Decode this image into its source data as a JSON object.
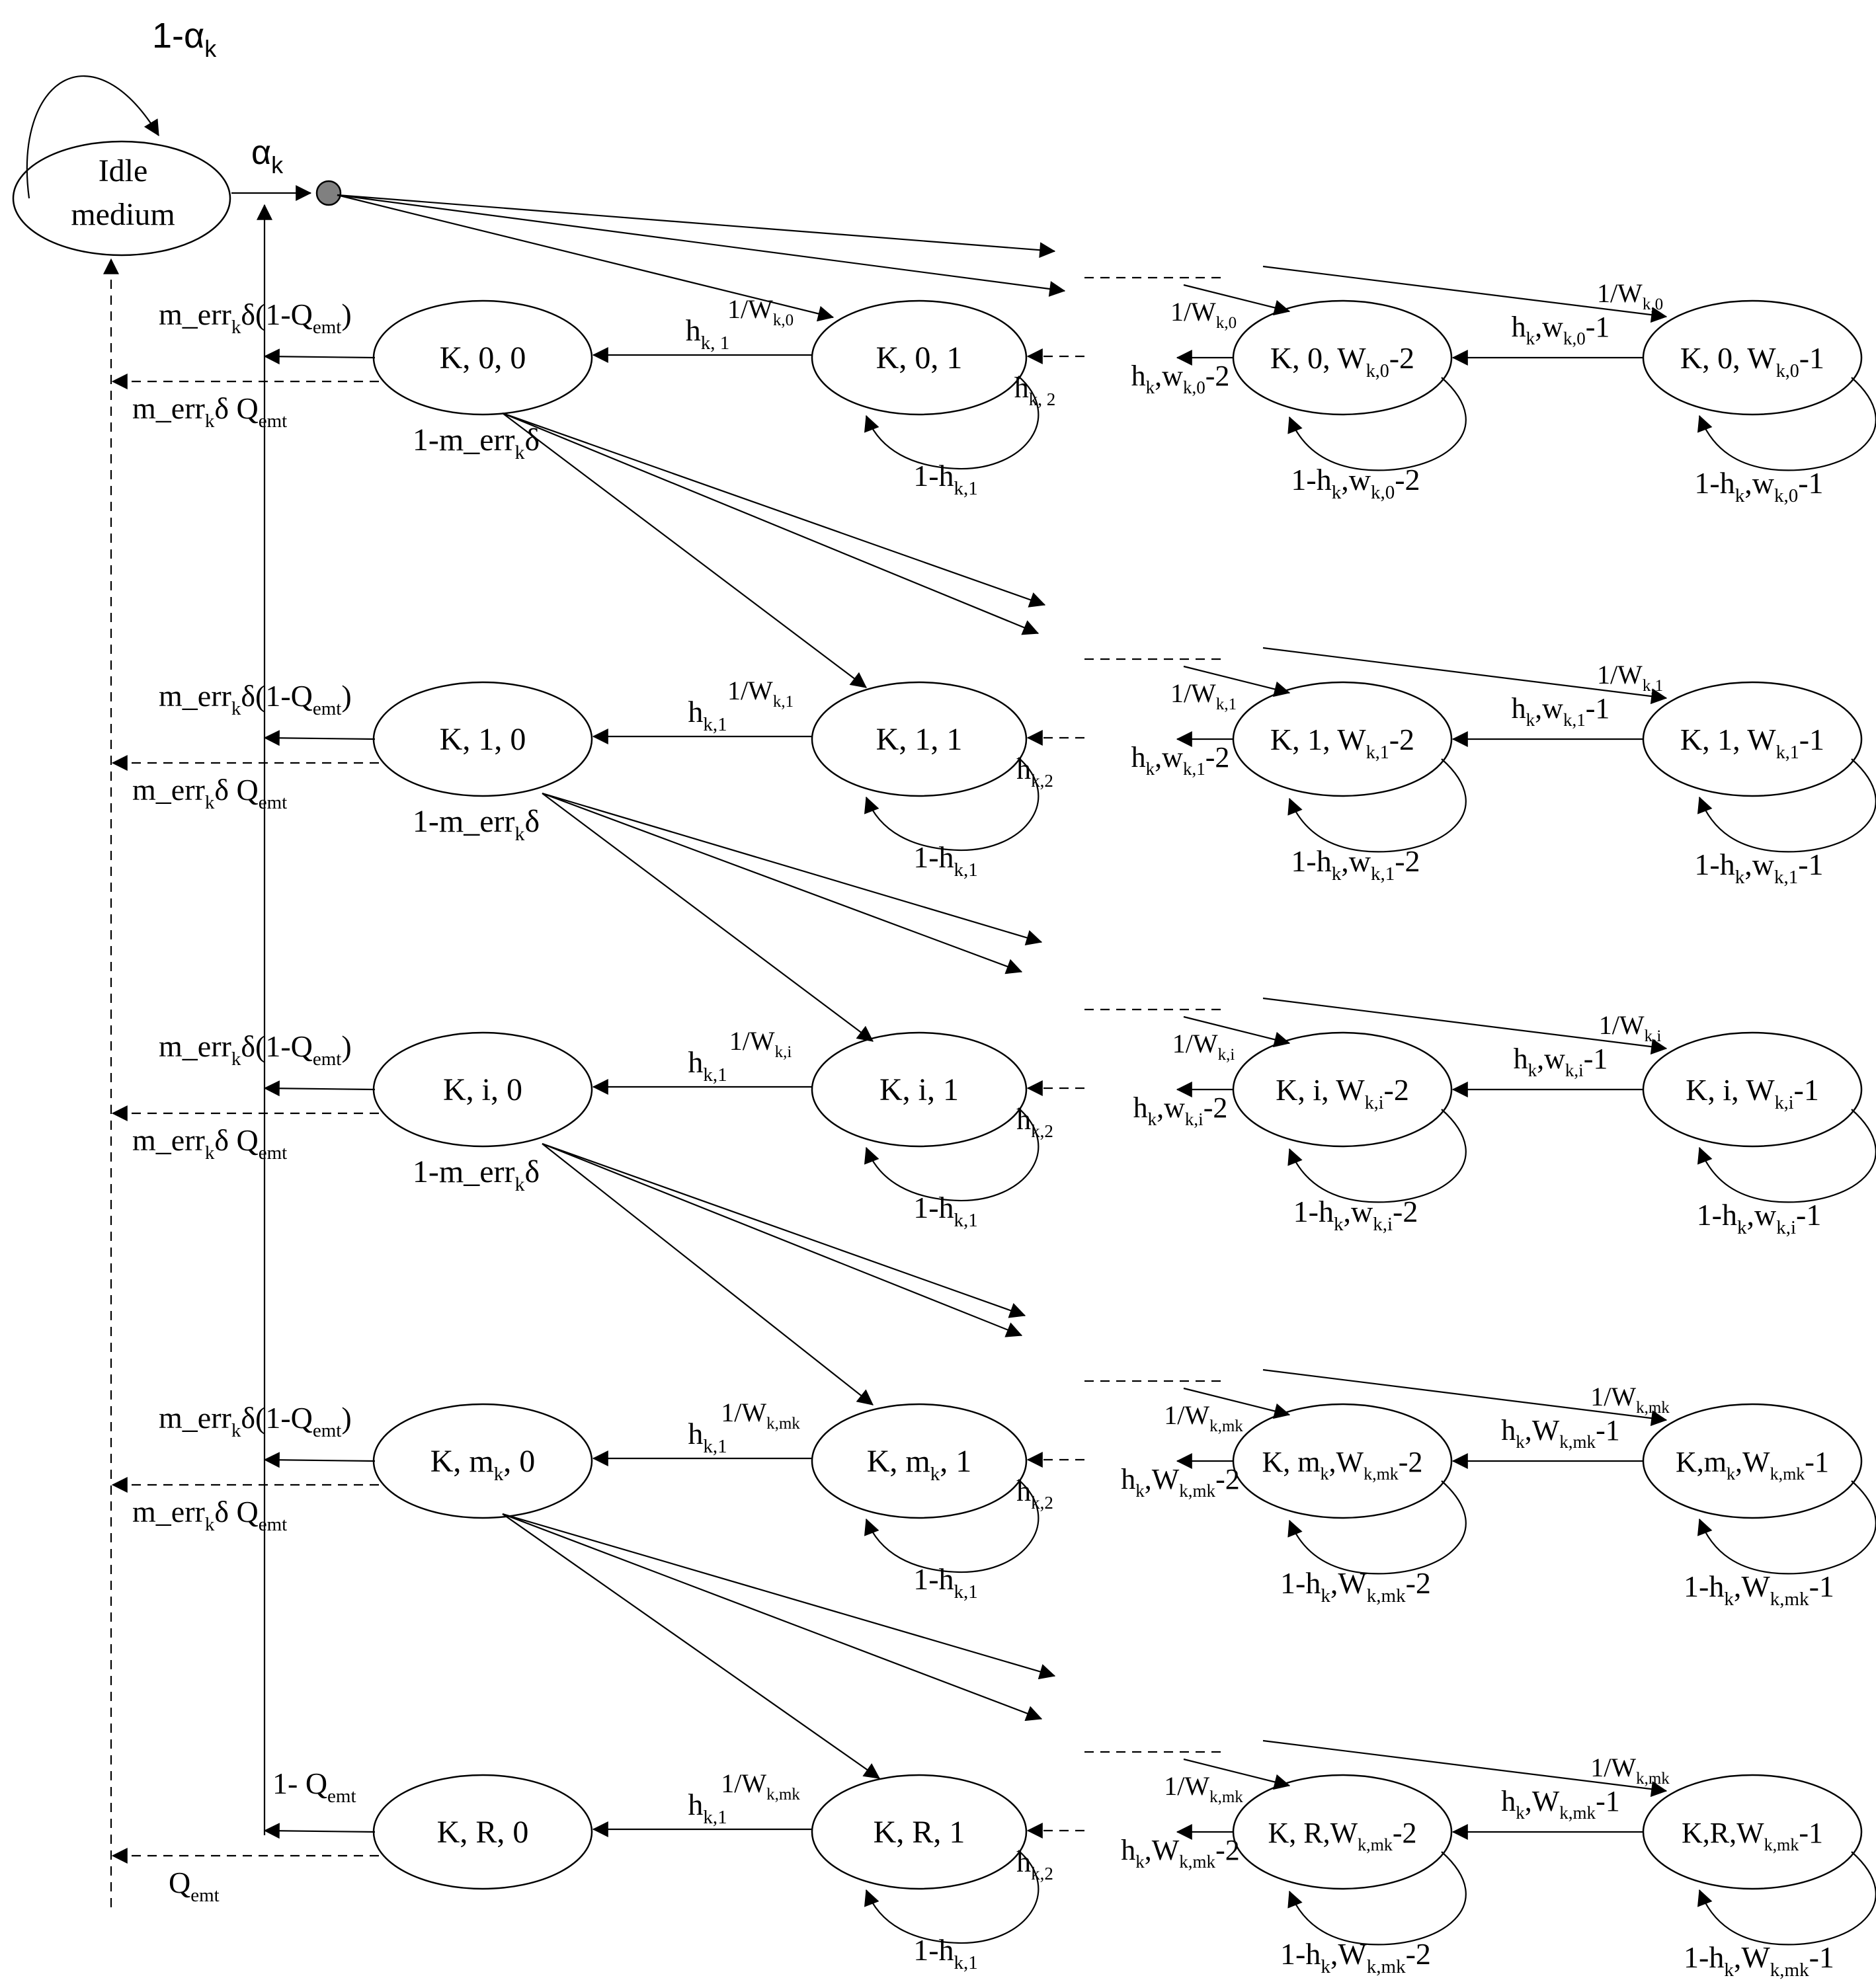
{
  "idle": {
    "line1": "Idle",
    "line2": "medium",
    "self_loop": "1-α",
    "self_loop_sub": "k",
    "out": "α",
    "out_sub": "k"
  },
  "rows": [
    {
      "n0": [
        "K, 0, 0",
        ""
      ],
      "n1": [
        "K, 0, 1",
        ""
      ],
      "n2": [
        "K, 0, W",
        "k,0",
        "-2"
      ],
      "n3": [
        "K, 0, W",
        "k,0",
        "-1"
      ],
      "left_top": [
        [
          "m_err",
          ""
        ],
        [
          "k",
          "sub"
        ],
        [
          "δ(1-Q",
          ""
        ],
        [
          "emt",
          "sub"
        ],
        [
          ")",
          ""
        ]
      ],
      "left_bot": [
        [
          "m_err",
          ""
        ],
        [
          "k",
          "sub"
        ],
        [
          "δ Q",
          ""
        ],
        [
          "emt",
          "sub"
        ]
      ],
      "below_n0": [
        [
          "1-m_err",
          ""
        ],
        [
          "k",
          "sub"
        ],
        [
          "δ",
          ""
        ]
      ],
      "h_n1_n0": [
        [
          "h",
          ""
        ],
        [
          "k, 1",
          "sub"
        ]
      ],
      "in_n1": [
        [
          "1/W",
          ""
        ],
        [
          "k,0",
          "sub"
        ]
      ],
      "loop_n1": [
        [
          "h",
          ""
        ],
        [
          "k, 2",
          "sub"
        ]
      ],
      "below_n1": [
        [
          "1-h",
          ""
        ],
        [
          "k,1",
          "sub"
        ]
      ],
      "h_n2_left": [
        [
          "h",
          ""
        ],
        [
          "k",
          "sub"
        ],
        [
          ",w",
          ""
        ],
        [
          "k,0",
          "sub"
        ],
        [
          "-2",
          ""
        ]
      ],
      "in_n2": [
        [
          "1/W",
          ""
        ],
        [
          "k,0",
          "sub"
        ]
      ],
      "below_n2": [
        [
          "1-h",
          ""
        ],
        [
          "k",
          "sub"
        ],
        [
          ",w",
          ""
        ],
        [
          "k,0",
          "sub"
        ],
        [
          "-2",
          ""
        ]
      ],
      "h_n3_n2": [
        [
          "h",
          ""
        ],
        [
          "k",
          "sub"
        ],
        [
          ",w",
          ""
        ],
        [
          "k,0",
          "sub"
        ],
        [
          "-1",
          ""
        ]
      ],
      "in_n3": [
        [
          "1/W",
          ""
        ],
        [
          "k,0",
          "sub"
        ]
      ],
      "below_n3": [
        [
          "1-h",
          ""
        ],
        [
          "k",
          "sub"
        ],
        [
          ",w",
          ""
        ],
        [
          "k,0",
          "sub"
        ],
        [
          "-1",
          ""
        ]
      ]
    },
    {
      "n0": [
        "K, 1, 0",
        ""
      ],
      "n1": [
        "K, 1, 1",
        ""
      ],
      "n2": [
        "K, 1, W",
        "k,1",
        "-2"
      ],
      "n3": [
        "K, 1, W",
        "k,1",
        "-1"
      ],
      "left_top": [
        [
          "m_err",
          ""
        ],
        [
          "k",
          "sub"
        ],
        [
          "δ(1-Q",
          ""
        ],
        [
          "emt",
          "sub"
        ],
        [
          ")",
          ""
        ]
      ],
      "left_bot": [
        [
          "m_err",
          ""
        ],
        [
          "k",
          "sub"
        ],
        [
          "δ Q",
          ""
        ],
        [
          "emt",
          "sub"
        ]
      ],
      "below_n0": [
        [
          "1-m_err",
          ""
        ],
        [
          "k",
          "sub"
        ],
        [
          "δ",
          ""
        ]
      ],
      "h_n1_n0": [
        [
          "h",
          ""
        ],
        [
          "k,1",
          "sub"
        ]
      ],
      "in_n1": [
        [
          "1/W",
          ""
        ],
        [
          "k,1",
          "sub"
        ]
      ],
      "loop_n1": [
        [
          "h",
          ""
        ],
        [
          "k,2",
          "sub"
        ]
      ],
      "below_n1": [
        [
          "1-h",
          ""
        ],
        [
          "k,1",
          "sub"
        ]
      ],
      "h_n2_left": [
        [
          "h",
          ""
        ],
        [
          "k",
          "sub"
        ],
        [
          ",w",
          ""
        ],
        [
          "k,1",
          "sub"
        ],
        [
          "-2",
          ""
        ]
      ],
      "in_n2": [
        [
          "1/W",
          ""
        ],
        [
          "k,1",
          "sub"
        ]
      ],
      "below_n2": [
        [
          "1-h",
          ""
        ],
        [
          "k",
          "sub"
        ],
        [
          ",w",
          ""
        ],
        [
          "k,1",
          "sub"
        ],
        [
          "-2",
          ""
        ]
      ],
      "h_n3_n2": [
        [
          "h",
          ""
        ],
        [
          "k",
          "sub"
        ],
        [
          ",w",
          ""
        ],
        [
          "k,1",
          "sub"
        ],
        [
          "-1",
          ""
        ]
      ],
      "in_n3": [
        [
          "1/W",
          ""
        ],
        [
          "k,1",
          "sub"
        ]
      ],
      "below_n3": [
        [
          "1-h",
          ""
        ],
        [
          "k",
          "sub"
        ],
        [
          ",w",
          ""
        ],
        [
          "k,1",
          "sub"
        ],
        [
          "-1",
          ""
        ]
      ]
    },
    {
      "n0": [
        "K, i, 0",
        ""
      ],
      "n1": [
        "K, i, 1",
        ""
      ],
      "n2": [
        "K, i, W",
        "k,i",
        "-2"
      ],
      "n3": [
        "K, i, W",
        "k,i",
        "-1"
      ],
      "left_top": [
        [
          "m_err",
          ""
        ],
        [
          "k",
          "sub"
        ],
        [
          "δ(1-Q",
          ""
        ],
        [
          "emt",
          "sub"
        ],
        [
          ")",
          ""
        ]
      ],
      "left_bot": [
        [
          "m_err",
          ""
        ],
        [
          "k",
          "sub"
        ],
        [
          "δ Q",
          ""
        ],
        [
          "emt",
          "sub"
        ]
      ],
      "below_n0": [
        [
          "1-m_err",
          ""
        ],
        [
          "k",
          "sub"
        ],
        [
          "δ",
          ""
        ]
      ],
      "h_n1_n0": [
        [
          "h",
          ""
        ],
        [
          "k,1",
          "sub"
        ]
      ],
      "in_n1": [
        [
          "1/W",
          ""
        ],
        [
          "k,i",
          "sub"
        ]
      ],
      "loop_n1": [
        [
          "h",
          ""
        ],
        [
          "k,2",
          "sub"
        ]
      ],
      "below_n1": [
        [
          "1-h",
          ""
        ],
        [
          "k,1",
          "sub"
        ]
      ],
      "h_n2_left": [
        [
          "h",
          ""
        ],
        [
          "k",
          "sub"
        ],
        [
          ",w",
          ""
        ],
        [
          "k,i",
          "sub"
        ],
        [
          "-2",
          ""
        ]
      ],
      "in_n2": [
        [
          "1/W",
          ""
        ],
        [
          "k,i",
          "sub"
        ]
      ],
      "below_n2": [
        [
          "1-h",
          ""
        ],
        [
          "k",
          "sub"
        ],
        [
          ",w",
          ""
        ],
        [
          "k,i",
          "sub"
        ],
        [
          "-2",
          ""
        ]
      ],
      "h_n3_n2": [
        [
          "h",
          ""
        ],
        [
          "k",
          "sub"
        ],
        [
          ",w",
          ""
        ],
        [
          "k,i",
          "sub"
        ],
        [
          "-1",
          ""
        ]
      ],
      "in_n3": [
        [
          "1/W",
          ""
        ],
        [
          "k,i",
          "sub"
        ]
      ],
      "below_n3": [
        [
          "1-h",
          ""
        ],
        [
          "k",
          "sub"
        ],
        [
          ",w",
          ""
        ],
        [
          "k,i",
          "sub"
        ],
        [
          "-1",
          ""
        ]
      ]
    },
    {
      "n0": [
        "K, m",
        "k",
        ", 0"
      ],
      "n1": [
        "K, m",
        "k",
        ", 1"
      ],
      "n2": [
        "K, m",
        "k",
        ",W",
        "k,mk",
        "-2"
      ],
      "n3": [
        "K,m",
        "k",
        ",W",
        "k,mk",
        "-1"
      ],
      "left_top": [
        [
          "m_err",
          ""
        ],
        [
          "k",
          "sub"
        ],
        [
          "δ(1-Q",
          ""
        ],
        [
          "emt",
          "sub"
        ],
        [
          ")",
          ""
        ]
      ],
      "left_bot": [
        [
          "m_err",
          ""
        ],
        [
          "k",
          "sub"
        ],
        [
          "δ Q",
          ""
        ],
        [
          "emt",
          "sub"
        ]
      ],
      "below_n0": [],
      "h_n1_n0": [
        [
          "h",
          ""
        ],
        [
          "k,1",
          "sub"
        ]
      ],
      "in_n1": [
        [
          "1/W",
          ""
        ],
        [
          "k,mk",
          "sub"
        ]
      ],
      "loop_n1": [
        [
          "h",
          ""
        ],
        [
          "k,2",
          "sub"
        ]
      ],
      "below_n1": [
        [
          "1-h",
          ""
        ],
        [
          "k,1",
          "sub"
        ]
      ],
      "h_n2_left": [
        [
          "h",
          ""
        ],
        [
          "k",
          "sub"
        ],
        [
          ",W",
          ""
        ],
        [
          "k,mk",
          "sub"
        ],
        [
          "-2",
          ""
        ]
      ],
      "in_n2": [
        [
          "1/W",
          ""
        ],
        [
          "k,mk",
          "sub"
        ]
      ],
      "below_n2": [
        [
          "1-h",
          ""
        ],
        [
          "k",
          "sub"
        ],
        [
          ",W",
          ""
        ],
        [
          "k,mk",
          "sub"
        ],
        [
          "-2",
          ""
        ]
      ],
      "h_n3_n2": [
        [
          "h",
          ""
        ],
        [
          "k",
          "sub"
        ],
        [
          ",W",
          ""
        ],
        [
          "k,mk",
          "sub"
        ],
        [
          "-1",
          ""
        ]
      ],
      "in_n3": [
        [
          "1/W",
          ""
        ],
        [
          "k,mk",
          "sub"
        ]
      ],
      "below_n3": [
        [
          "1-h",
          ""
        ],
        [
          "k",
          "sub"
        ],
        [
          ",W",
          ""
        ],
        [
          "k,mk",
          "sub"
        ],
        [
          "-1",
          ""
        ]
      ]
    },
    {
      "n0": [
        "K, R, 0",
        ""
      ],
      "n1": [
        "K, R, 1",
        ""
      ],
      "n2": [
        "K, R,W",
        "k,mk",
        "-2"
      ],
      "n3": [
        "K,R,W",
        "k,mk",
        "-1"
      ],
      "left_top": [
        [
          "1- Q",
          ""
        ],
        [
          "emt",
          "sub"
        ]
      ],
      "left_bot": [
        [
          "Q",
          ""
        ],
        [
          "emt",
          "sub"
        ]
      ],
      "below_n0": [],
      "h_n1_n0": [
        [
          "h",
          ""
        ],
        [
          "k,1",
          "sub"
        ]
      ],
      "in_n1": [
        [
          "1/W",
          ""
        ],
        [
          "k,mk",
          "sub"
        ]
      ],
      "loop_n1": [
        [
          "h",
          ""
        ],
        [
          "k,2",
          "sub"
        ]
      ],
      "below_n1": [
        [
          "1-h",
          ""
        ],
        [
          "k,1",
          "sub"
        ]
      ],
      "h_n2_left": [
        [
          "h",
          ""
        ],
        [
          "k",
          "sub"
        ],
        [
          ",W",
          ""
        ],
        [
          "k,mk",
          "sub"
        ],
        [
          "-2",
          ""
        ]
      ],
      "in_n2": [
        [
          "1/W",
          ""
        ],
        [
          "k,mk",
          "sub"
        ]
      ],
      "below_n2": [
        [
          "1-h",
          ""
        ],
        [
          "k",
          "sub"
        ],
        [
          ",W",
          ""
        ],
        [
          "k,mk",
          "sub"
        ],
        [
          "-2",
          ""
        ]
      ],
      "h_n3_n2": [
        [
          "h",
          ""
        ],
        [
          "k",
          "sub"
        ],
        [
          ",W",
          ""
        ],
        [
          "k,mk",
          "sub"
        ],
        [
          "-1",
          ""
        ]
      ],
      "in_n3": [
        [
          "1/W",
          ""
        ],
        [
          "k,mk",
          "sub"
        ]
      ],
      "below_n3": [
        [
          "1-h",
          ""
        ],
        [
          "k",
          "sub"
        ],
        [
          ",W",
          ""
        ],
        [
          "k,mk",
          "sub"
        ],
        [
          "-1",
          ""
        ]
      ]
    }
  ]
}
